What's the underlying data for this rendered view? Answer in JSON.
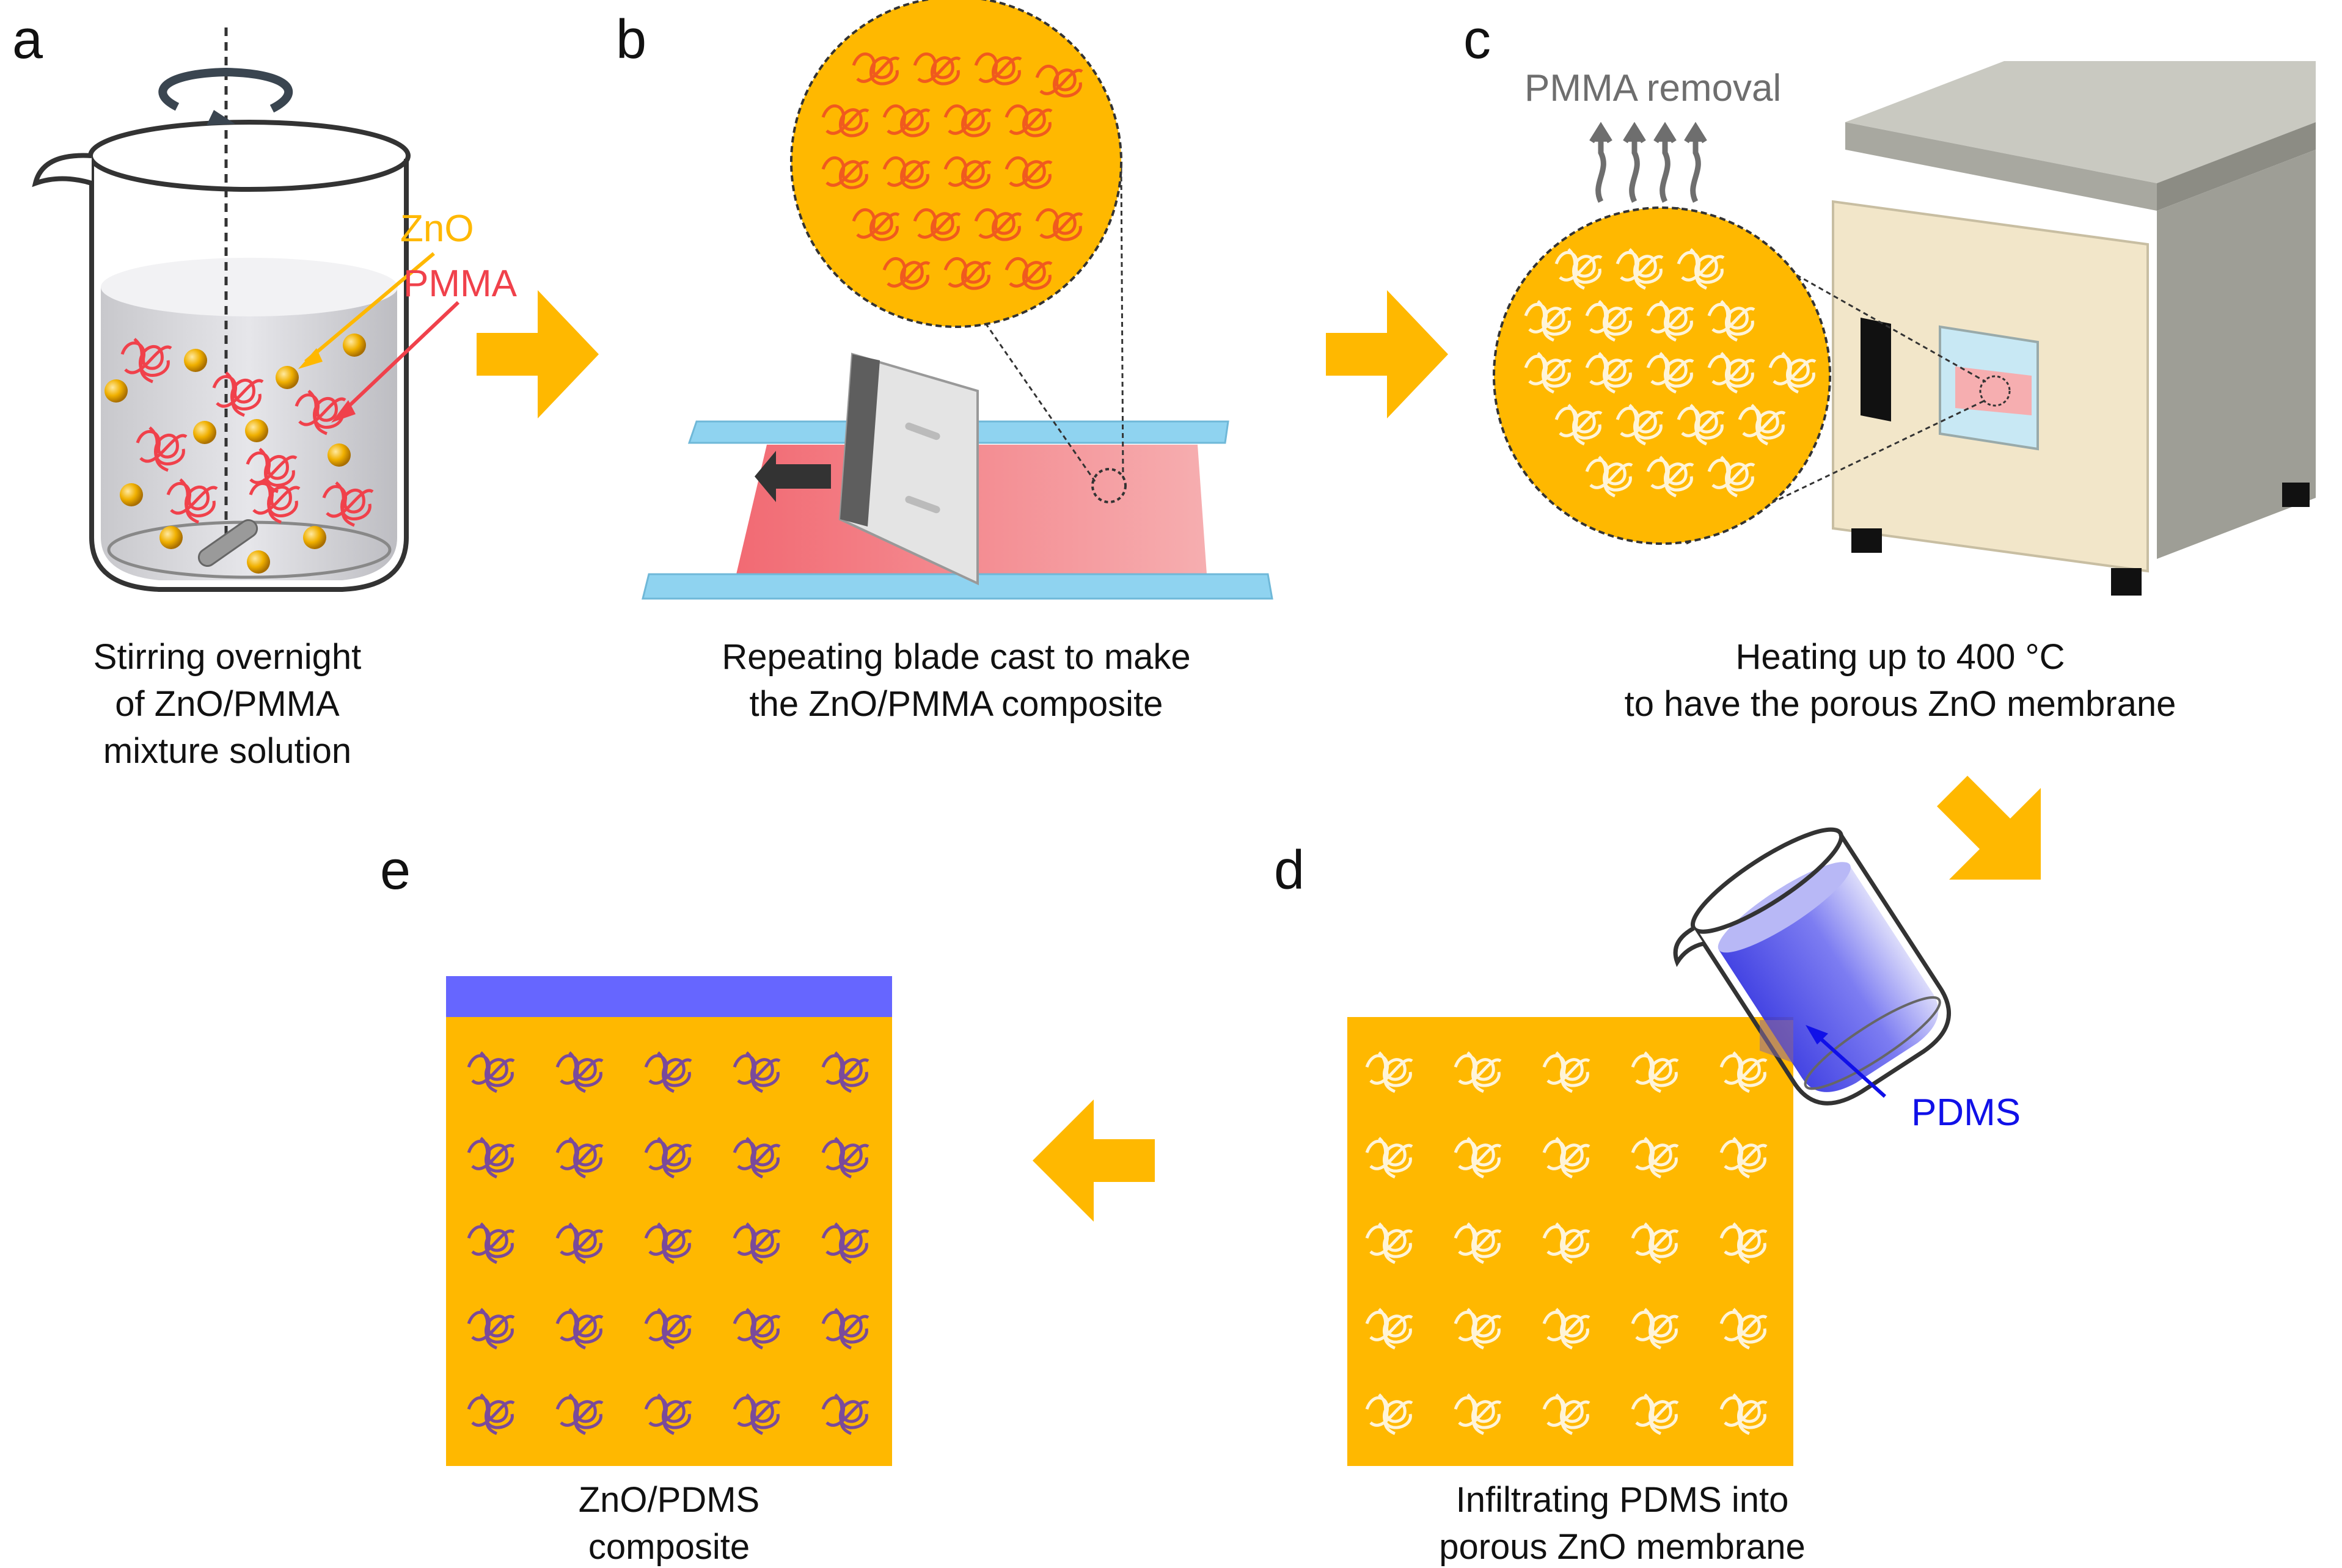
{
  "panels": {
    "a": {
      "letter": "a",
      "caption": [
        "Stirring overnight",
        "of ZnO/PMMA",
        "mixture solution"
      ],
      "label_zno": "ZnO",
      "label_pmma": "PMMA"
    },
    "b": {
      "letter": "b",
      "caption": [
        "Repeating blade cast to make",
        "the ZnO/PMMA composite"
      ]
    },
    "c": {
      "letter": "c",
      "caption": [
        "Heating up to 400 °C",
        "to have the porous ZnO membrane"
      ],
      "label_removal": "PMMA removal"
    },
    "d": {
      "letter": "d",
      "caption": [
        "Infiltrating PDMS into",
        "porous ZnO membrane"
      ],
      "label_pdms": "PDMS"
    },
    "e": {
      "letter": "e",
      "caption": [
        "ZnO/PDMS",
        "composite"
      ]
    }
  },
  "colors": {
    "zno": "#FFB800",
    "pmma": "#F0414B",
    "pdms": "#1010E8",
    "pdms_layer": "#6666FF",
    "arrow": "#FFB800",
    "substrate_blue": "#8FD3F0",
    "film_pink": "#F26A73",
    "oven_body": "#F2E6C9",
    "oven_side": "#9E9E96",
    "oven_top": "#BDBDB5"
  }
}
